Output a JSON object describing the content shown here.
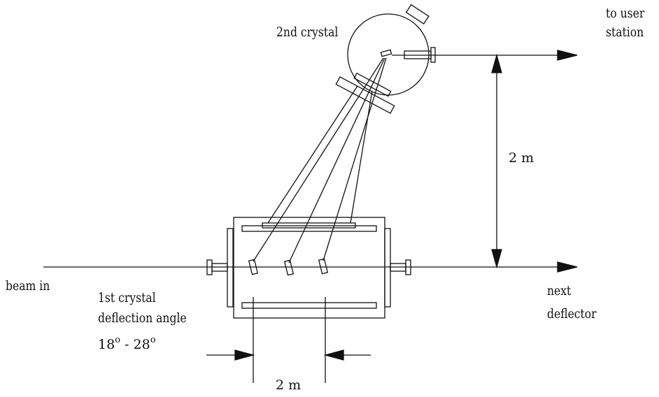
{
  "labels": {
    "crystal2": "2nd crystal",
    "to_user_1": "to user",
    "to_user_2": "station",
    "vertical_dim": "2 m",
    "beam_in": "beam in",
    "crystal1": "1st crystal",
    "deflection": "deflection angle",
    "angle_a": "18",
    "angle_sep": " - ",
    "angle_b": "28",
    "degree": "o",
    "next_1": "next",
    "next_2": "deflector",
    "horizontal_dim": "2 m"
  },
  "colors": {
    "line": "#111111",
    "background": "#ffffff"
  }
}
